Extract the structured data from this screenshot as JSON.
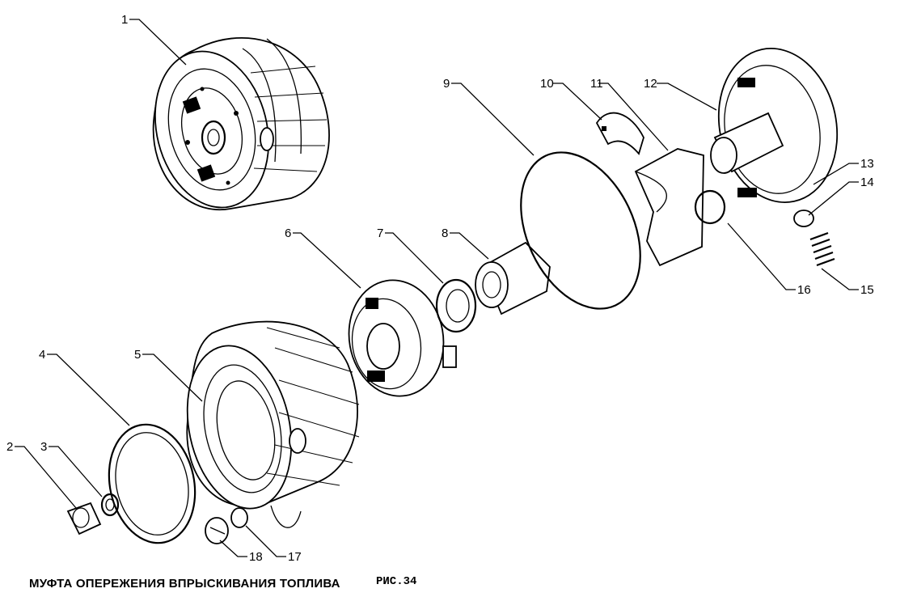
{
  "caption": "МУФТА ОПЕРЕЖЕНИЯ ВПРЫСКИВАНИЯ ТОПЛИВА",
  "figure_label": "РИС.34",
  "callouts": [
    "1",
    "2",
    "3",
    "4",
    "5",
    "6",
    "7",
    "8",
    "9",
    "10",
    "11",
    "12",
    "13",
    "14",
    "15",
    "16",
    "17",
    "18"
  ]
}
